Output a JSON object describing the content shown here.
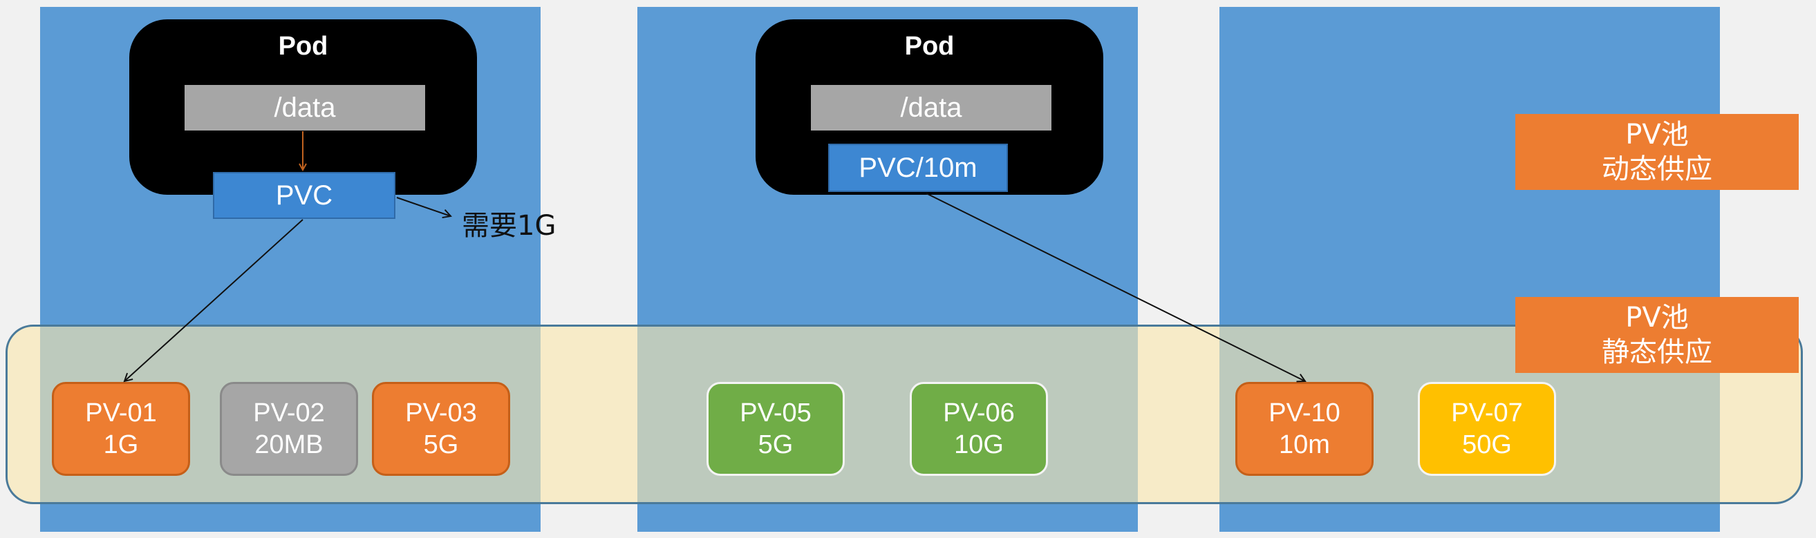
{
  "pod1": {
    "title": "Pod",
    "mount": "/data",
    "pvc": "PVC",
    "need": "需要1G"
  },
  "pod2": {
    "title": "Pod",
    "mount": "/data",
    "pvc": "PVC/10m"
  },
  "pools": {
    "dynamic": {
      "line1": "PV池",
      "line2": "动态供应"
    },
    "static": {
      "line1": "PV池",
      "line2": "静态供应"
    }
  },
  "pvs": [
    {
      "name": "PV-01",
      "size": "1G",
      "color": "#ed7d31"
    },
    {
      "name": "PV-02",
      "size": "20MB",
      "color": "#a6a6a6"
    },
    {
      "name": "PV-03",
      "size": "5G",
      "color": "#ed7d31"
    },
    {
      "name": "PV-05",
      "size": "5G",
      "color": "#70ad47"
    },
    {
      "name": "PV-06",
      "size": "10G",
      "color": "#70ad47"
    },
    {
      "name": "PV-10",
      "size": "10m",
      "color": "#ed7d31"
    },
    {
      "name": "PV-07",
      "size": "50G",
      "color": "#ffc000"
    }
  ],
  "colors": {
    "column": "#5b9bd5",
    "pvc": "#3d87d2",
    "pool_band": "#fae6af"
  }
}
